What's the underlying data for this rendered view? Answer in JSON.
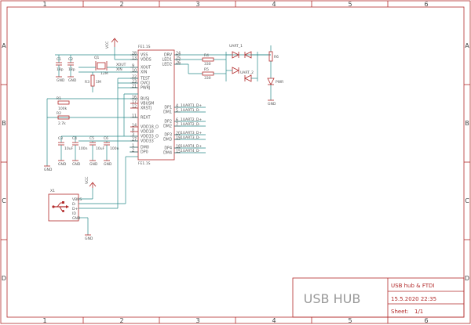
{
  "frame": {
    "columns": [
      "1",
      "2",
      "3",
      "4",
      "5",
      "6"
    ],
    "rows": [
      "A",
      "B",
      "C",
      "D"
    ]
  },
  "title_block": {
    "big_title": "USB HUB",
    "name": "USB hub & FTDI",
    "date": "15.5.2020 22:35",
    "sheet_label": "Sheet:",
    "sheet_value": "1/1"
  },
  "ic": {
    "name_top": "FE1.1S",
    "name_bottom": "FE1.1S",
    "left_pins": [
      "VSS",
      "VDDS",
      "XOUT",
      "XIN",
      "TEST",
      "OVCJ",
      "PWRJ",
      "BUSJ",
      "VBUSM",
      "XRSTJ",
      "REXT",
      "VDD18_O",
      "VDD18",
      "VDD33_O",
      "VDD33",
      "DM0",
      "DP0"
    ],
    "left_nums": [
      "28",
      "13",
      "9",
      "10",
      "22",
      "23",
      "21",
      "16",
      "17",
      "12",
      "11",
      "14",
      "8",
      "3",
      "27",
      "1",
      "2"
    ],
    "right_pins": [
      "DRV",
      "LED1",
      "LED2",
      "DP1",
      "DM1",
      "DP2",
      "DM2",
      "DP3",
      "DM3",
      "DP4",
      "DM4"
    ],
    "right_nums": [
      "24",
      "25",
      "26",
      "4",
      "5",
      "6",
      "7",
      "20",
      "19",
      "18",
      "15"
    ]
  },
  "nets": {
    "uart1_dp": "1UART1_D+",
    "uart1_dm": "1UART1_D-",
    "uart2_dp": "1UART2_D+",
    "uart2_dm": "1UART2_D-",
    "uart3_dp": "1UART3_D+",
    "uart3_dm": "1UART3_D-",
    "uart4_dp": "1UART4_D+",
    "uart4_dm": "1UART4_D-"
  },
  "labels": {
    "vcc_top": "VCC",
    "vcc_usb": "VCC",
    "gnd": "GND",
    "c1": "C1",
    "c2": "C2",
    "c1v": "18p",
    "c2v": "18p",
    "q1": "Q1",
    "q1v": "12M",
    "xout": "XOUT",
    "xin": "XIN",
    "r3": "R3",
    "r3v": "1M",
    "r1": "R1",
    "r1v": "100k",
    "r2": "R2",
    "r2v": "2.7k",
    "c3": "C3",
    "c3v": "10uF",
    "c4": "C4",
    "c4v": "100n",
    "c5": "C5",
    "c5v": "10uF",
    "c6": "C6",
    "c6v": "100n",
    "r4": "R4",
    "r4v": "330",
    "r5": "R5",
    "r5v": "330",
    "led1": "UART_1",
    "led2": "UART_2",
    "led_pwr": "R6",
    "led_pwr2": "PWR",
    "usb": "X1",
    "usb_pins": [
      "VBUS",
      "D-",
      "D+",
      "ID",
      "GND"
    ]
  }
}
